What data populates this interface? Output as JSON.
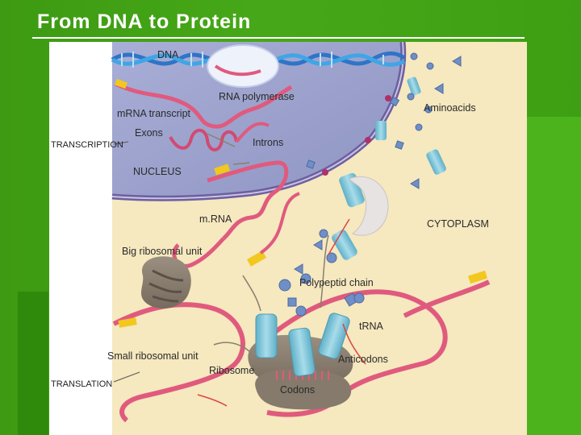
{
  "slide": {
    "title": "From DNA to Protein"
  },
  "diagram": {
    "section_labels": {
      "transcription": "TRANSCRIPTION",
      "translation": "TRANSLATION"
    },
    "labels": {
      "dna": "DNA",
      "rna_polymerase": "RNA polymerase",
      "mrna_transcript": "mRNA transcript",
      "exons": "Exons",
      "introns": "Introns",
      "nucleus": "NUCLEUS",
      "aminoacids": "Aminoacids",
      "mrna": "m.RNA",
      "cytoplasm": "CYTOPLASM",
      "big_ribosomal_unit": "Big ribosomal unit",
      "polypeptid_chain": "Polypeptid chain",
      "trna": "tRNA",
      "small_ribosomal_unit": "Small ribosomal unit",
      "anticodons": "Anticodons",
      "ribosome": "Ribosome",
      "codons": "Codons"
    },
    "colors": {
      "cytoplasm": "#f6e8bf",
      "nucleus": "#9da4cc",
      "mrna_strand": "#e05a7e",
      "exon_marker": "#f2c81e",
      "ribosome": "#8c8172",
      "trna": "#7dc4d8",
      "amino_acid": "#6f8fc6"
    }
  }
}
